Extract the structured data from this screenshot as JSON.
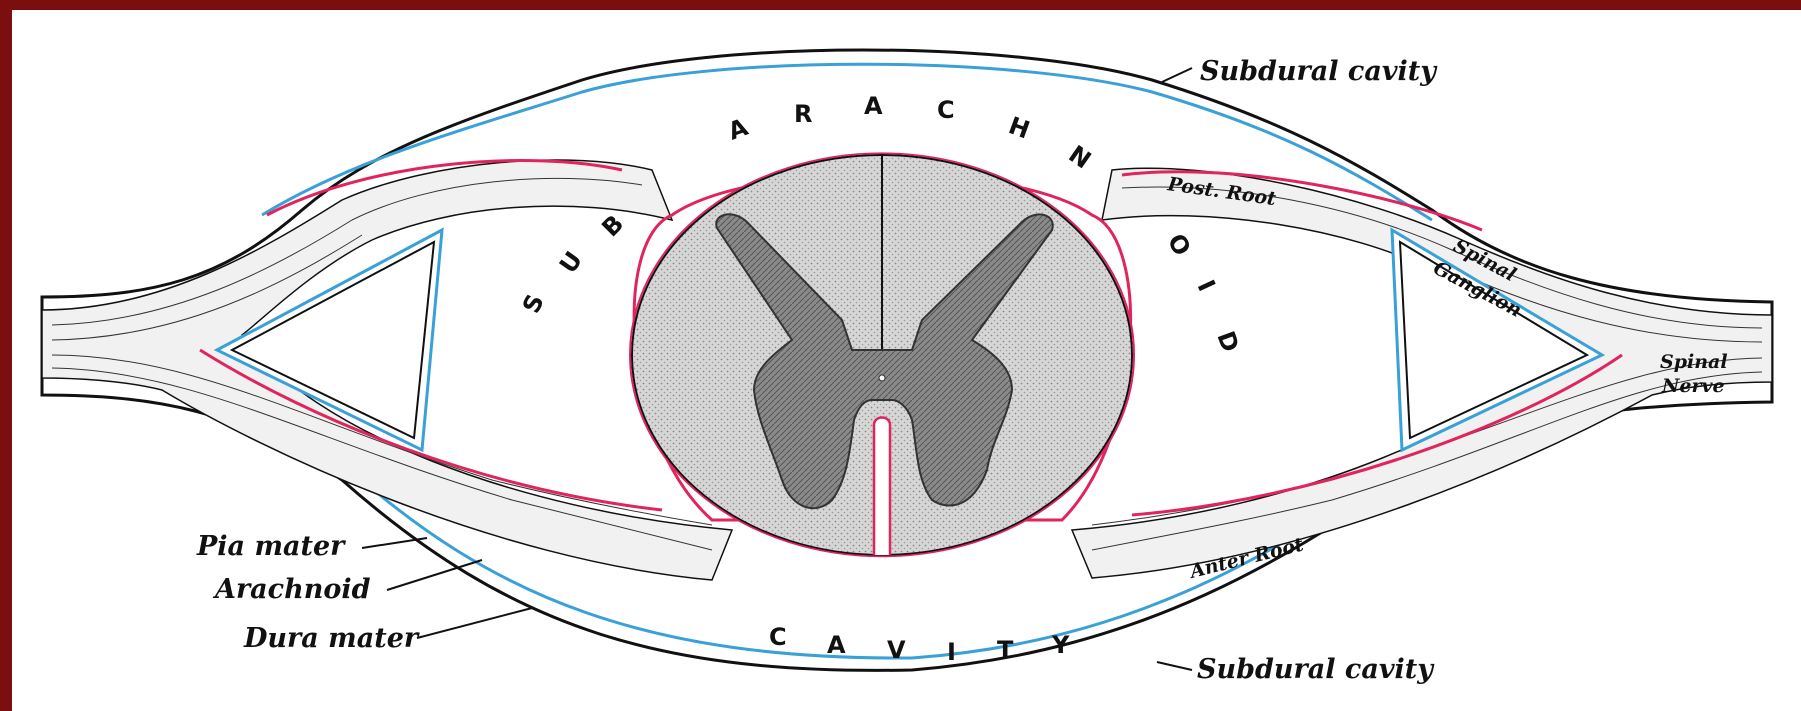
{
  "labels": {
    "subdural_cavity_top": "Subdural cavity",
    "subdural_cavity_bottom": "Subdural cavity",
    "post_root": "Post. Root",
    "spinal_ganglion_1": "Spinal",
    "spinal_ganglion_2": "Ganglion",
    "spinal_nerve_1": "Spinal",
    "spinal_nerve_2": "Nerve",
    "anter_root": "Anter Root",
    "pia_mater": "Pia mater",
    "arachnoid": "Arachnoid",
    "dura_mater": "Dura mater"
  },
  "subarachnoid_letters": {
    "left": [
      "S",
      "U",
      "B"
    ],
    "top": [
      "A",
      "R",
      "A",
      "C",
      "H",
      "N"
    ],
    "right": [
      "O",
      "I",
      "D"
    ],
    "bottom": [
      "C",
      "A",
      "V",
      "I",
      "T",
      "Y"
    ]
  },
  "colors": {
    "frame": "#7b0f0f",
    "background": "#ffffff",
    "dura_line": "#111111",
    "arachnoid_line": "#3aa0d8",
    "pia_line": "#e0245e",
    "cord_fill": "#d4d4d4",
    "grey_matter": "#7e7e7e"
  }
}
